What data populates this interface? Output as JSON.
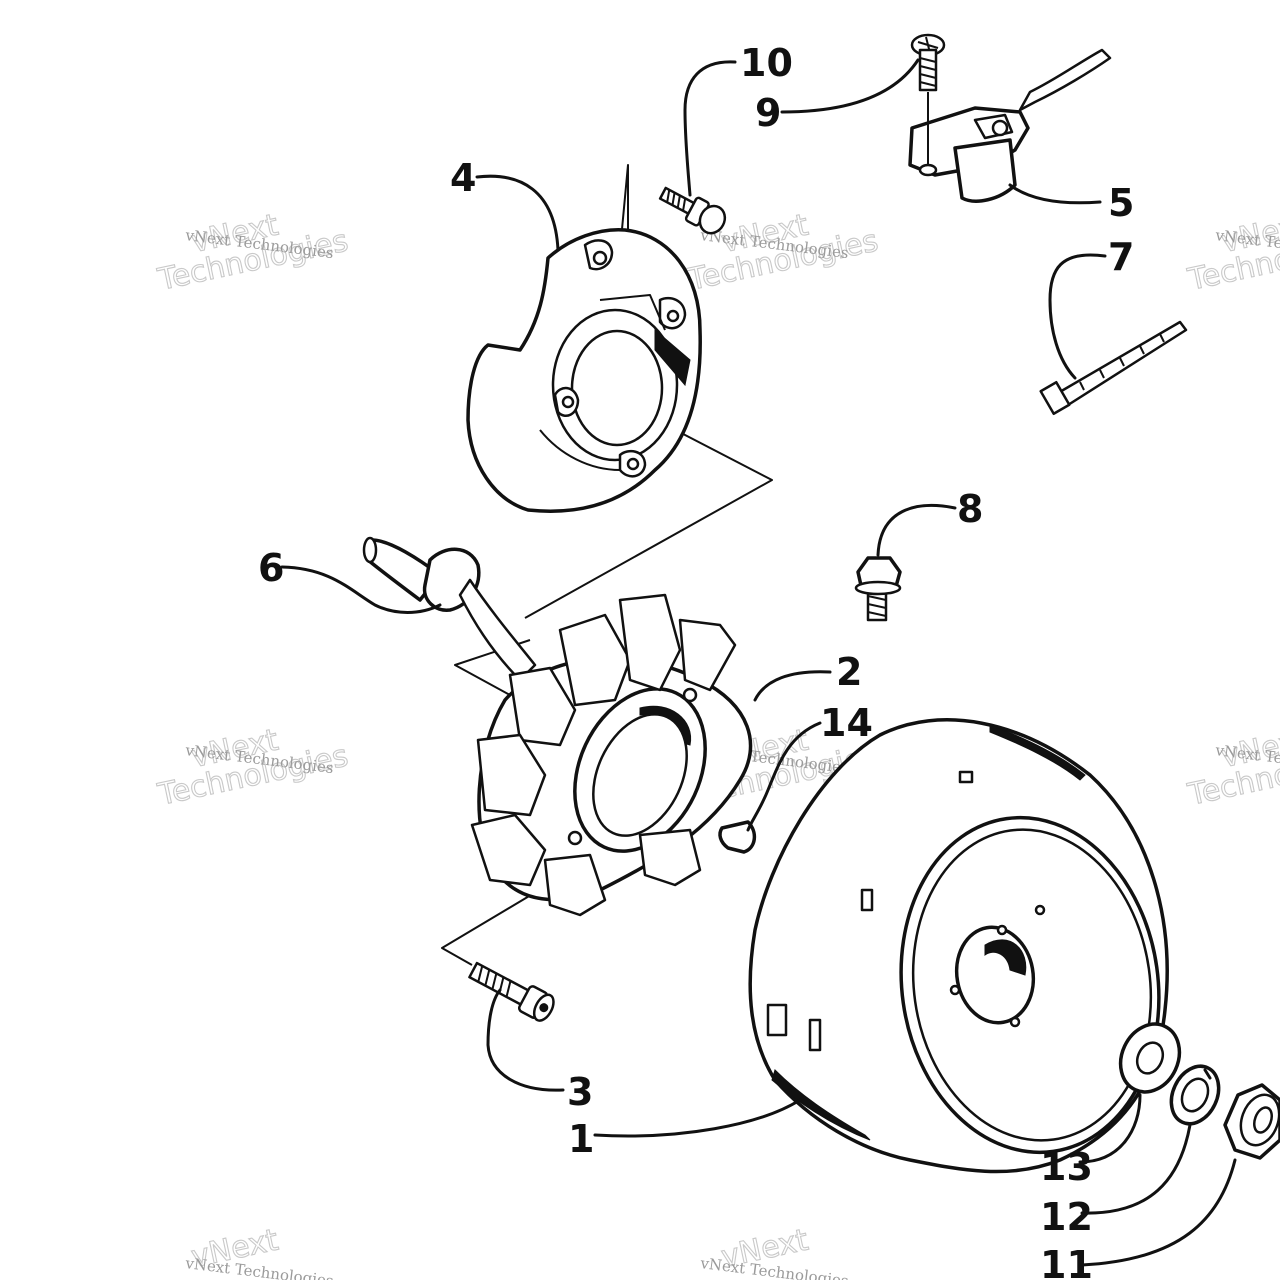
{
  "diagram": {
    "callouts": [
      {
        "id": "callout-1",
        "label": "1"
      },
      {
        "id": "callout-2",
        "label": "2"
      },
      {
        "id": "callout-3",
        "label": "3"
      },
      {
        "id": "callout-4",
        "label": "4"
      },
      {
        "id": "callout-5",
        "label": "5"
      },
      {
        "id": "callout-6",
        "label": "6"
      },
      {
        "id": "callout-7",
        "label": "7"
      },
      {
        "id": "callout-8",
        "label": "8"
      },
      {
        "id": "callout-9",
        "label": "9"
      },
      {
        "id": "callout-10",
        "label": "10"
      },
      {
        "id": "callout-11",
        "label": "11"
      },
      {
        "id": "callout-12",
        "label": "12"
      },
      {
        "id": "callout-13",
        "label": "13"
      },
      {
        "id": "callout-14",
        "label": "14"
      }
    ]
  },
  "watermark": {
    "line1": "vNext",
    "line2": "Technologies",
    "small": "vNext Technologies"
  },
  "colors": {
    "ink": "#111111",
    "watermark": "#c9c9c9",
    "background": "#ffffff"
  }
}
